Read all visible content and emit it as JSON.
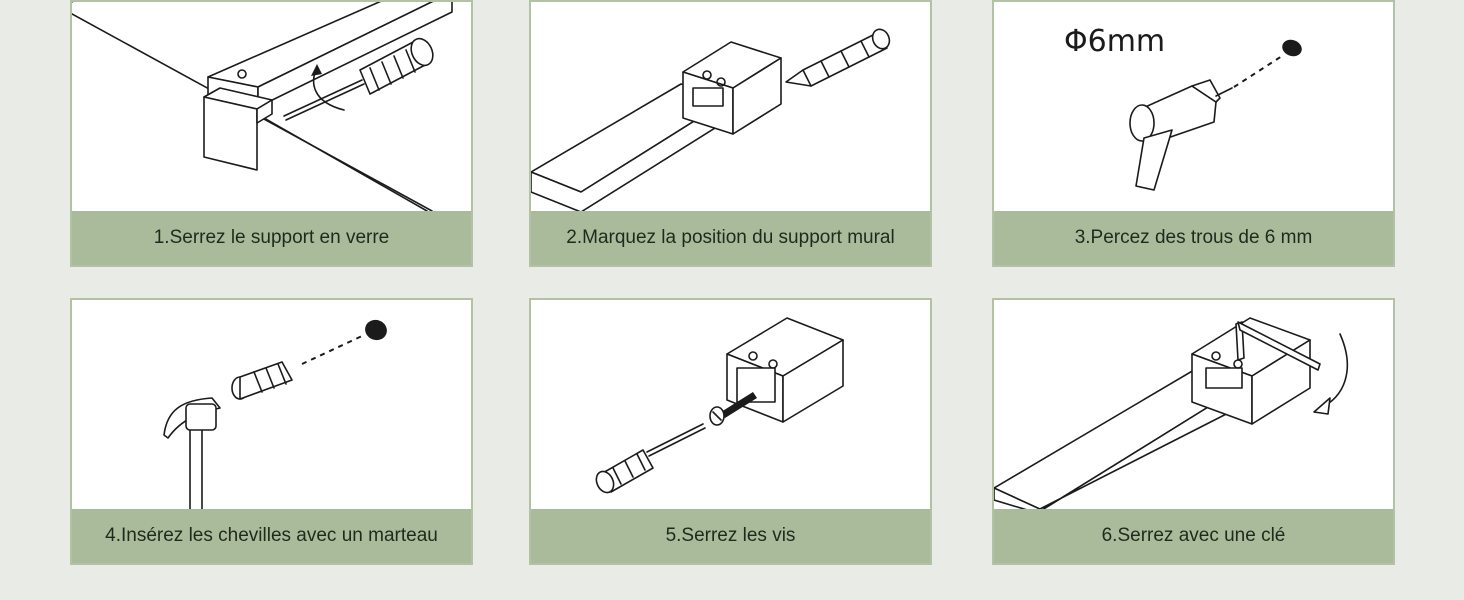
{
  "steps": [
    {
      "caption": "1.Serrez le support en verre"
    },
    {
      "caption": "2.Marquez la position du support mural"
    },
    {
      "caption": "3.Percez des trous de 6 mm",
      "dimension": "Φ6mm"
    },
    {
      "caption": "4.Insérez les chevilles avec un marteau"
    },
    {
      "caption": "5.Serrez les vis"
    },
    {
      "caption": "6.Serrez avec une clé"
    }
  ],
  "colors": {
    "background": "#e9ebe6",
    "panel_border": "#b3c2a4",
    "caption_band": "#a9bb9b",
    "line": "#1b1b1b"
  }
}
